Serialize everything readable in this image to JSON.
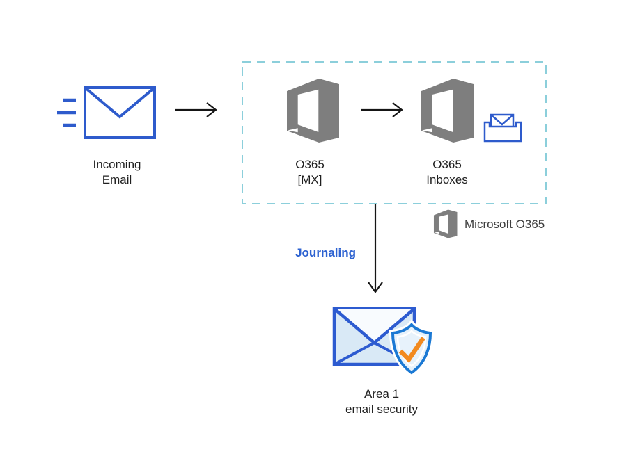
{
  "nodes": {
    "incoming_email": {
      "label_line1": "Incoming",
      "label_line2": "Email",
      "icon": "envelope-with-speed-lines-icon"
    },
    "o365_mx": {
      "label_line1": "O365",
      "label_line2": "[MX]",
      "icon": "office365-logo-icon"
    },
    "o365_inboxes": {
      "label_line1": "O365",
      "label_line2": "Inboxes",
      "icon": "office365-logo-icon",
      "secondary_icon": "inbox-tray-envelope-icon"
    },
    "area1": {
      "label_line1": "Area 1",
      "label_line2": "email security",
      "icon": "envelope-shield-check-icon"
    }
  },
  "edges": {
    "incoming_to_mx": {
      "icon": "arrow-right-icon"
    },
    "mx_to_inboxes": {
      "icon": "arrow-right-icon"
    },
    "journaling": {
      "label": "Journaling",
      "icon": "arrow-down-icon"
    }
  },
  "legend": {
    "icon": "office365-logo-icon",
    "label": "Microsoft O365"
  },
  "colors": {
    "envelope_blue": "#2e5bcc",
    "office_gray": "#7e7e7e",
    "dashed_border": "#8ccfdb",
    "journaling_blue": "#2d62d1",
    "shield_blue": "#1b79d4",
    "check_orange": "#f28a1f",
    "light_blue_fill": "#d9e9f6",
    "arrow_black": "#151515",
    "text": "#1f1f1f"
  }
}
